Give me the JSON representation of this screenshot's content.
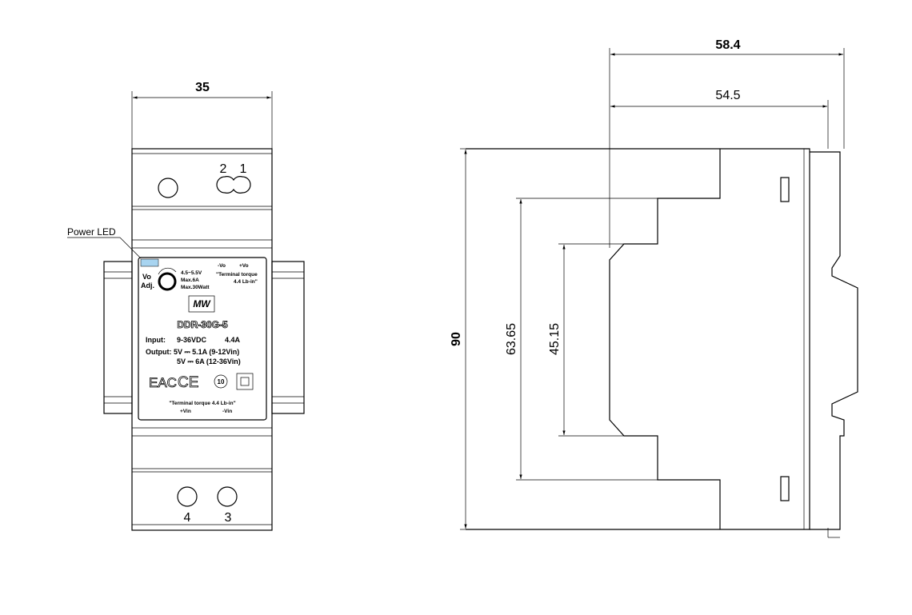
{
  "front_view": {
    "width_dim": "35",
    "power_led_label": "Power LED",
    "terminal_top": [
      "2",
      "1"
    ],
    "terminal_bottom": [
      "4",
      "3"
    ],
    "label": {
      "vo_adj": [
        "Vo",
        "Adj."
      ],
      "adj_specs": [
        "4.5~5.5V",
        "Max.6A",
        "Max.30Watt"
      ],
      "out_terms": [
        "-Vo",
        "+Vo"
      ],
      "torque_top": [
        "\"Terminal torque",
        "4.4 Lb-in\""
      ],
      "model": "DDR-30G-5",
      "input_label": "Input:",
      "input_voltage": "9-36VDC",
      "input_current": "4.4A",
      "output_line1": "Output: 5V ⎓ 5.1A (9-12Vin)",
      "output_line2": "5V ⎓ 6A (12-36Vin)",
      "certs": [
        "EAC",
        "CE",
        "10"
      ],
      "torque_bottom": "\"Terminal torque 4.4 Lb-in\"",
      "in_terms": [
        "+Vin",
        "-Vin"
      ]
    },
    "led_color": "#a8d4f0"
  },
  "side_view": {
    "dims": {
      "overall_depth": "58.4",
      "body_depth": "54.5",
      "height": "90",
      "step_outer": "63.65",
      "step_inner": "45.15"
    }
  }
}
